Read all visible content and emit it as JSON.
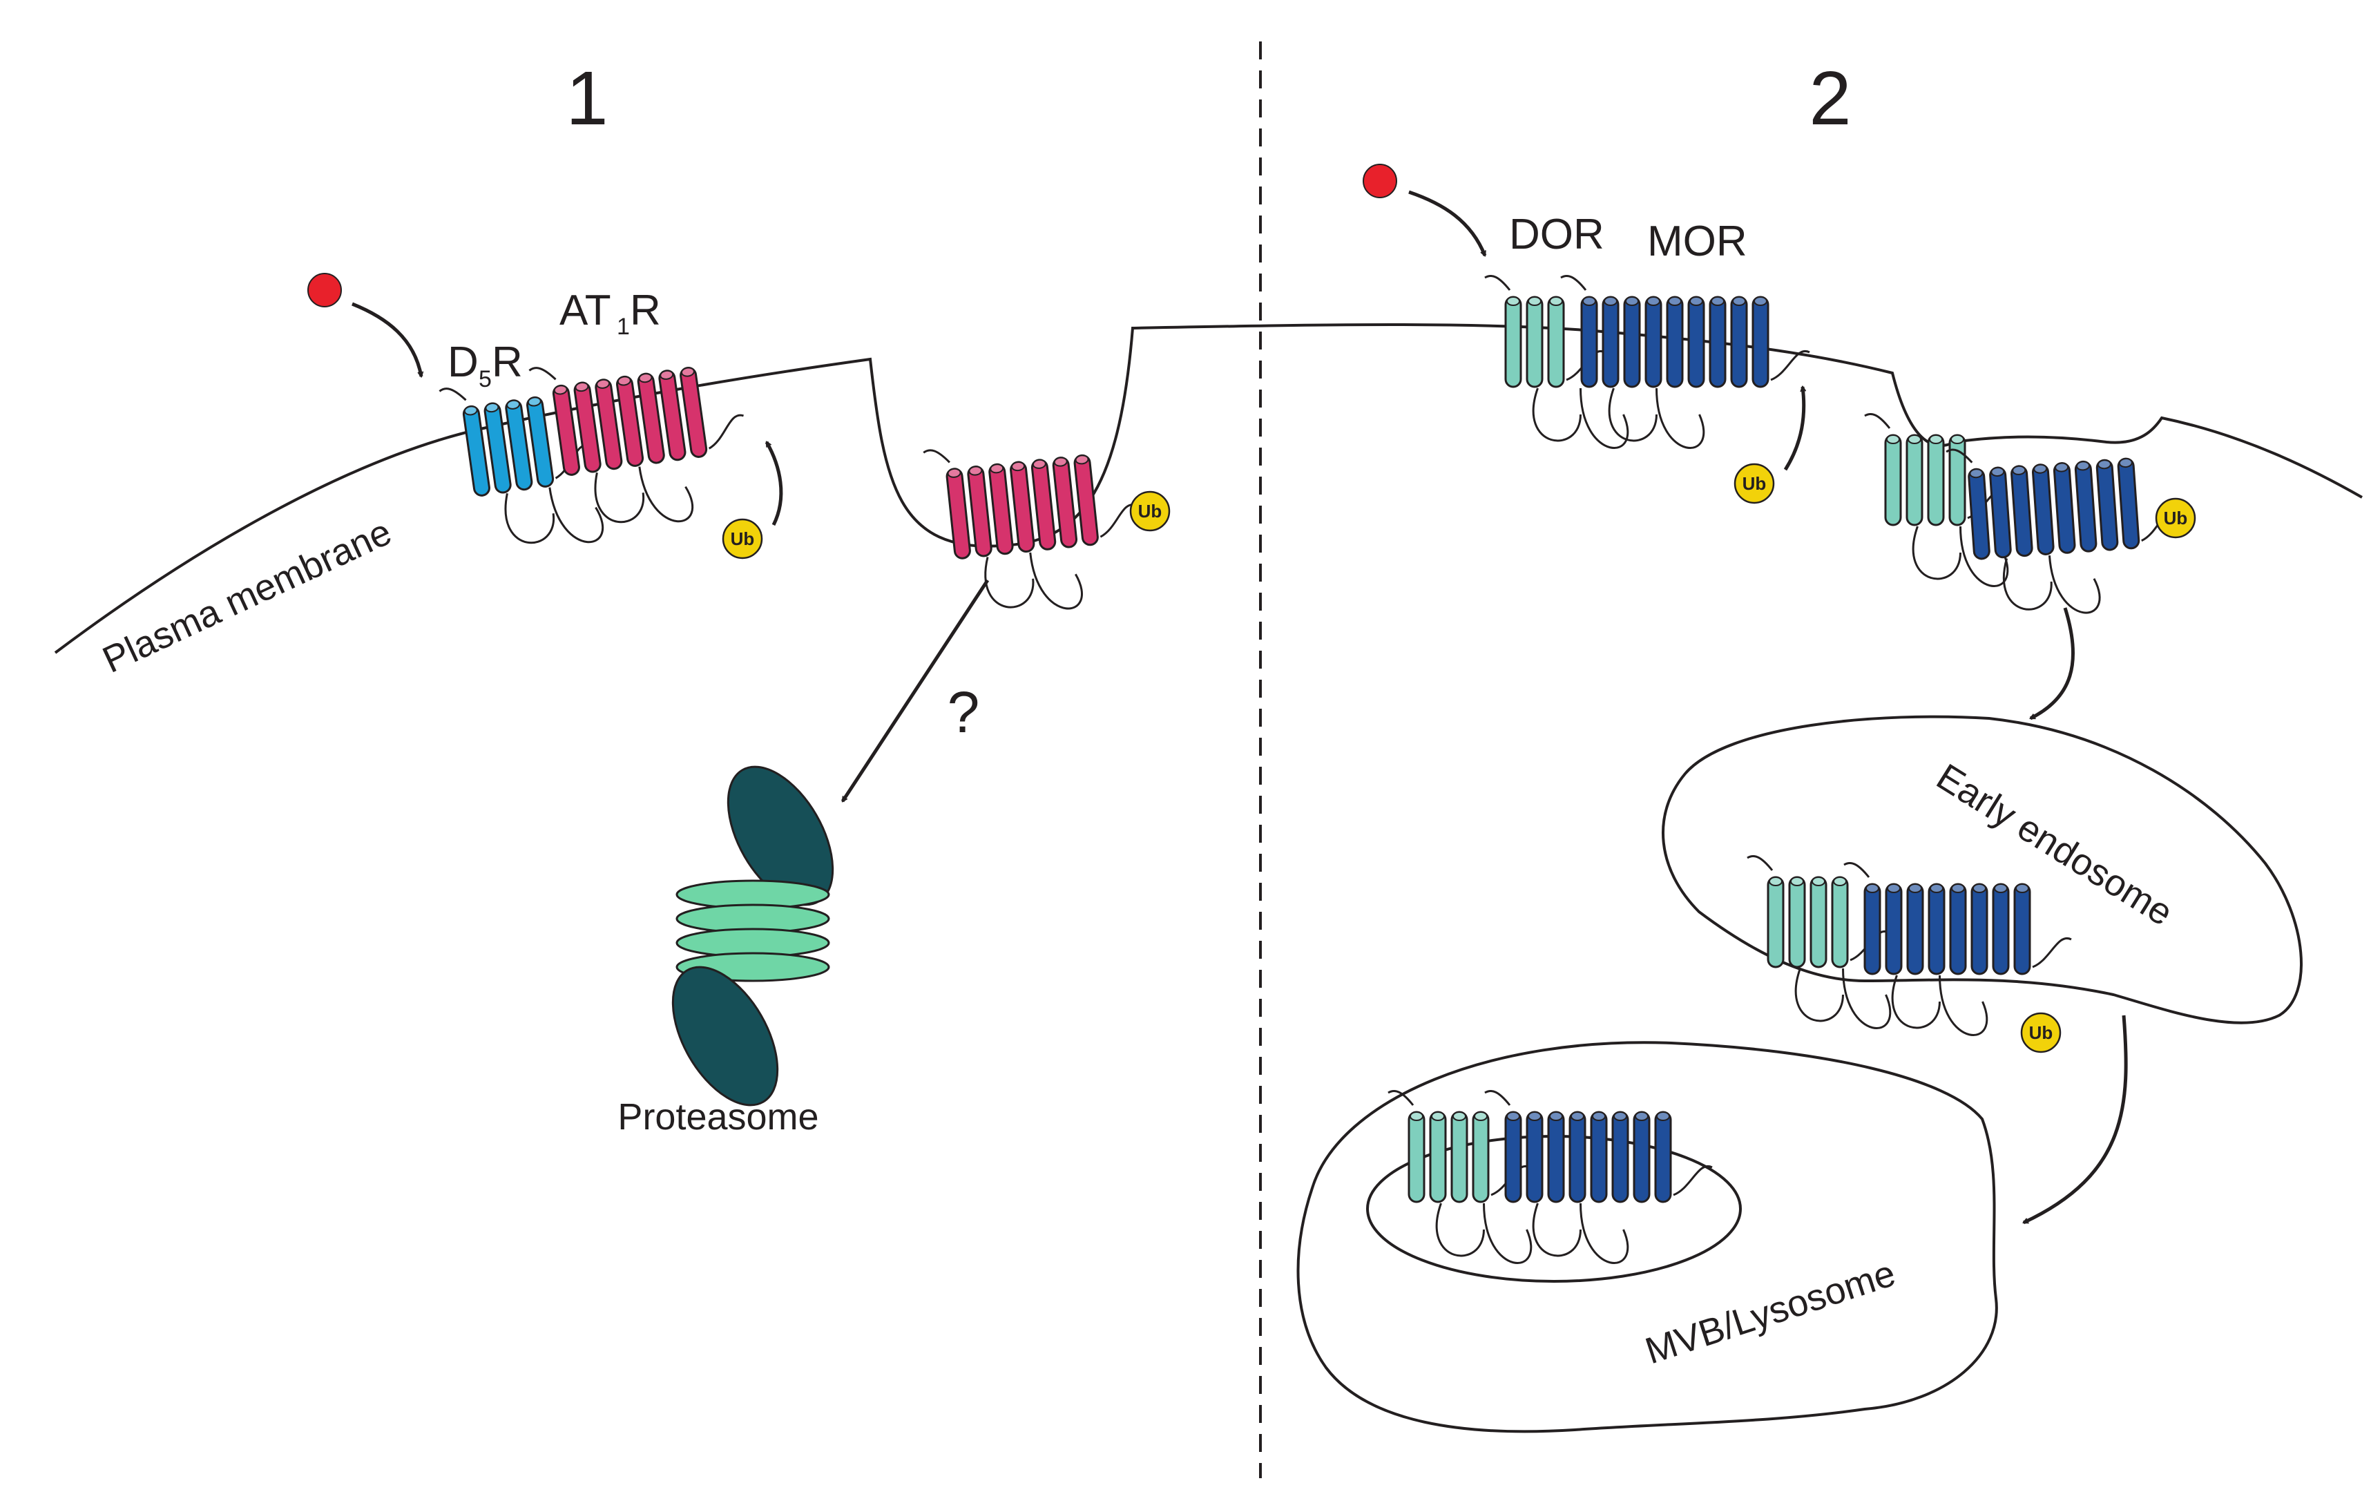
{
  "panels": {
    "left": {
      "number": "1"
    },
    "right": {
      "number": "2"
    }
  },
  "labels": {
    "d5r_main": "D",
    "d5r_sub": "5",
    "d5r_tail": "R",
    "at1r_main": "AT",
    "at1r_sub": "1",
    "at1r_tail": "R",
    "dor": "DOR",
    "mor": "MOR",
    "plasma_membrane": "Plasma membrane",
    "question": "?",
    "proteasome": "Proteasome",
    "early_endosome": "Early endosome",
    "mvb_lysosome": "MVB/Lysosome",
    "ubiquitin": "Ub"
  },
  "colors": {
    "d5r_blue": "#1b9fd8",
    "at1r_pink": "#d6336c",
    "dor_teal": "#7fcfbd",
    "mor_navy": "#1f4e9a",
    "ligand_red": "#e8212b",
    "ubiquitin_yellow": "#f2d20a",
    "proteasome_ring": "#6fd6a6",
    "proteasome_cap": "#164f57"
  }
}
